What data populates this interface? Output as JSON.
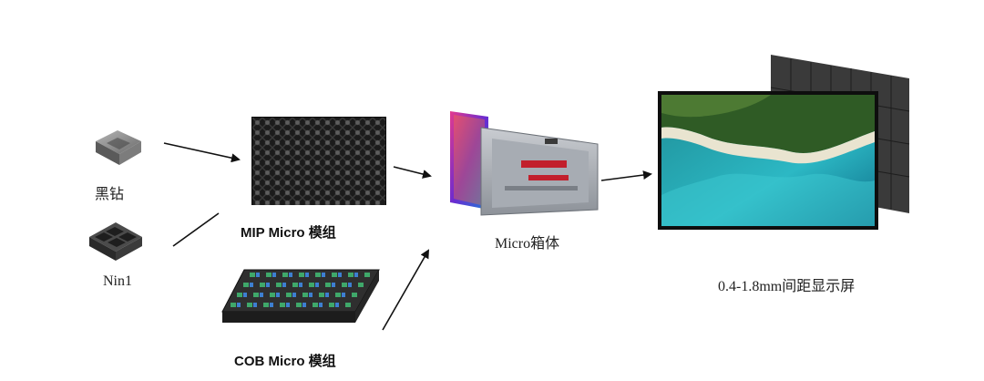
{
  "stages": {
    "black_chip_label": "黑钻",
    "nin1_label": "Nin1",
    "mip_module_label": "MIP Micro 模组",
    "cob_module_label": "COB Micro 模组",
    "cabinet_label": "Micro箱体",
    "display_label": "0.4-1.8mm间距显示屏"
  },
  "colors": {
    "arrow": "#111111",
    "chip_gray": "#8c8c8c",
    "cabinet_red": "#c21f2b",
    "sea_teal": "#2cb8c4"
  },
  "icons": [
    "chip-icon",
    "chip-icon",
    "led-module-icon",
    "led-module-icon",
    "led-cabinet-icon",
    "led-display-icon"
  ]
}
